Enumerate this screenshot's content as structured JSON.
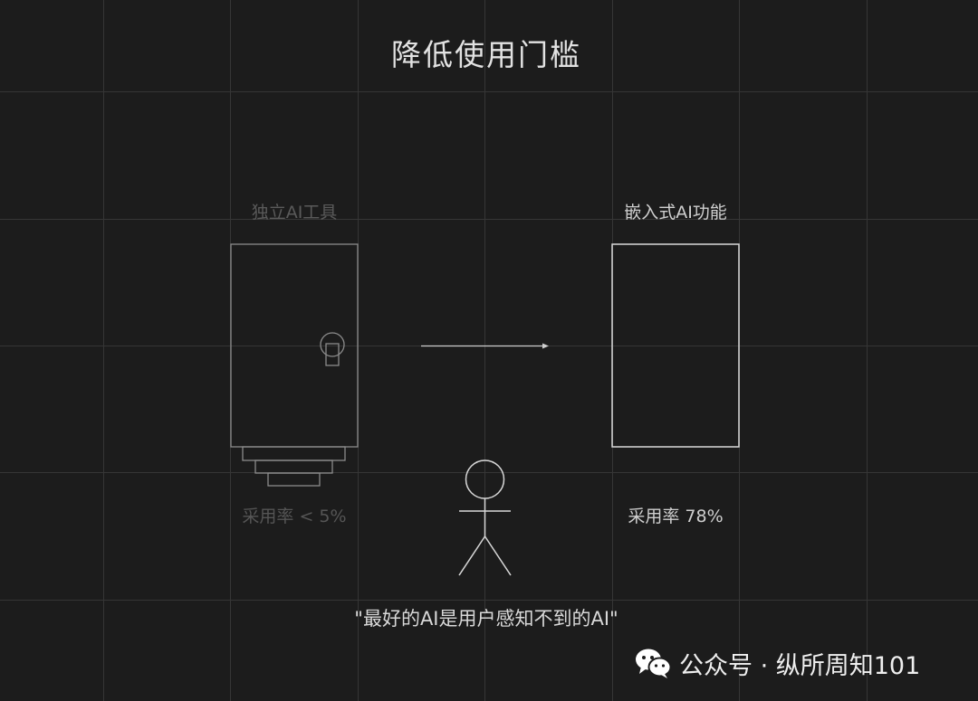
{
  "title": "降低使用门槛",
  "left_panel": {
    "label": "独立AI工具",
    "rate": "采用率 < 5%"
  },
  "right_panel": {
    "label": "嵌入式AI功能",
    "rate": "采用率 78%"
  },
  "quote": "\"最好的AI是用户感知不到的AI\"",
  "watermark": {
    "icon": "wechat-icon",
    "text": "公众号 · 纵所周知101"
  },
  "colors": {
    "background": "#1c1c1c",
    "grid": "#3a3a3a",
    "stroke_bright": "#d6d6d6",
    "stroke_dim": "#8a8a8a"
  }
}
